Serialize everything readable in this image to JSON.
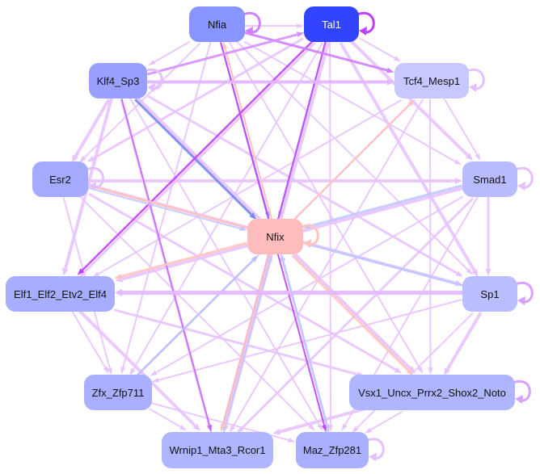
{
  "nodes": [
    {
      "id": "Nfia",
      "label": "Nfia",
      "color": "#8894ff",
      "text": "#111111"
    },
    {
      "id": "Tal1",
      "label": "Tal1",
      "color": "#3344ff",
      "text": "#ffffff"
    },
    {
      "id": "Klf4_Sp3",
      "label": "Klf4_Sp3",
      "color": "#99a0ff",
      "text": "#111111"
    },
    {
      "id": "Tcf4_Mesp1",
      "label": "Tcf4_Mesp1",
      "color": "#c6c8ff",
      "text": "#111111"
    },
    {
      "id": "Esr2",
      "label": "Esr2",
      "color": "#a4abff",
      "text": "#111111"
    },
    {
      "id": "Smad1",
      "label": "Smad1",
      "color": "#b8bcff",
      "text": "#111111"
    },
    {
      "id": "Nfix",
      "label": "Nfix",
      "color": "#ffbcbc",
      "text": "#111111"
    },
    {
      "id": "Elf1_Elf2_Etv2_Elf4",
      "label": "Elf1_Elf2_Etv2_Elf4",
      "color": "#a8aeff",
      "text": "#111111"
    },
    {
      "id": "Sp1",
      "label": "Sp1",
      "color": "#babeff",
      "text": "#111111"
    },
    {
      "id": "Zfx_Zfp711",
      "label": "Zfx_Zfp711",
      "color": "#aab0ff",
      "text": "#111111"
    },
    {
      "id": "Vsx1_Uncx_Prrx2_Shox2_Noto",
      "label": "Vsx1_Uncx_Prrx2_Shox2_Noto",
      "color": "#b0b5ff",
      "text": "#111111"
    },
    {
      "id": "Wrnip1_Mta3_Rcor1",
      "label": "Wrnip1_Mta3_Rcor1",
      "color": "#b0b5ff",
      "text": "#111111"
    },
    {
      "id": "Maz_Zfp281",
      "label": "Maz_Zfp281",
      "color": "#aab0ff",
      "text": "#111111"
    }
  ],
  "background_edge_color": "#e8c4ff",
  "edges": [
    {
      "s": "Klf4_Sp3",
      "t": "Nfix",
      "color": "#7788ee",
      "w": 3
    },
    {
      "s": "Nfia",
      "t": "Nfix",
      "color": "#99a0ff",
      "w": 2
    },
    {
      "s": "Nfix",
      "t": "Nfia",
      "color": "#ffc4c0",
      "w": 2
    },
    {
      "s": "Tal1",
      "t": "Nfix",
      "color": "#b8c0ff",
      "w": 2.5
    },
    {
      "s": "Tal1",
      "t": "Elf1_Elf2_Etv2_Elf4",
      "color": "#c040ff",
      "w": 2.5
    },
    {
      "s": "Tal1",
      "t": "Wrnip1_Mta3_Rcor1",
      "color": "#c040ff",
      "w": 2
    },
    {
      "s": "Nfia",
      "t": "Maz_Zfp281",
      "color": "#c040ff",
      "w": 2
    },
    {
      "s": "Klf4_Sp3",
      "t": "Wrnip1_Mta3_Rcor1",
      "color": "#c868ff",
      "w": 2
    },
    {
      "s": "Nfix",
      "t": "Tcf4_Mesp1",
      "color": "#ffc4c0",
      "w": 2.5
    },
    {
      "s": "Smad1",
      "t": "Nfix",
      "color": "#c0c8ff",
      "w": 3
    },
    {
      "s": "Nfix",
      "t": "Esr2",
      "color": "#ffc4c0",
      "w": 3
    },
    {
      "s": "Esr2",
      "t": "Nfix",
      "color": "#c0c8ff",
      "w": 2
    },
    {
      "s": "Nfix",
      "t": "Elf1_Elf2_Etv2_Elf4",
      "color": "#ffc4c0",
      "w": 3
    },
    {
      "s": "Sp1",
      "t": "Nfix",
      "color": "#c0c8ff",
      "w": 3
    },
    {
      "s": "Zfx_Zfp711",
      "t": "Nfix",
      "color": "#b8c0ff",
      "w": 2.5
    },
    {
      "s": "Nfix",
      "t": "Wrnip1_Mta3_Rcor1",
      "color": "#ffc4c0",
      "w": 3
    },
    {
      "s": "Wrnip1_Mta3_Rcor1",
      "t": "Nfix",
      "color": "#c0c8ff",
      "w": 2
    },
    {
      "s": "Maz_Zfp281",
      "t": "Nfix",
      "color": "#c0c8ff",
      "w": 3
    },
    {
      "s": "Nfix",
      "t": "Vsx1_Uncx_Prrx2_Shox2_Noto",
      "color": "#ffc4c0",
      "w": 3
    },
    {
      "s": "Nfia",
      "t": "Tcf4_Mesp1",
      "color": "#d080ff",
      "w": 3
    },
    {
      "s": "Klf4_Sp3",
      "t": "Tal1",
      "color": "#d890ff",
      "w": 3
    },
    {
      "s": "Klf4_Sp3",
      "t": "Tcf4_Mesp1",
      "color": "#e4b8ff",
      "w": 4
    },
    {
      "s": "Sp1",
      "t": "Elf1_Elf2_Etv2_Elf4",
      "color": "#e4b8ff",
      "w": 5
    }
  ],
  "self_loops": [
    {
      "n": "Nfia",
      "color": "#d080ff"
    },
    {
      "n": "Tal1",
      "color": "#c040ff"
    },
    {
      "n": "Tcf4_Mesp1",
      "color": "#e4c0ff"
    },
    {
      "n": "Smad1",
      "color": "#e4c0ff"
    },
    {
      "n": "Sp1",
      "color": "#d8a0ff"
    },
    {
      "n": "Vsx1_Uncx_Prrx2_Shox2_Noto",
      "color": "#d8a0ff"
    },
    {
      "n": "Maz_Zfp281",
      "color": "#e4c0ff"
    },
    {
      "n": "Klf4_Sp3",
      "color": "#e4c0ff"
    },
    {
      "n": "Esr2",
      "color": "#e4c0ff"
    },
    {
      "n": "Nfix",
      "color": "#ffc4c0"
    }
  ]
}
